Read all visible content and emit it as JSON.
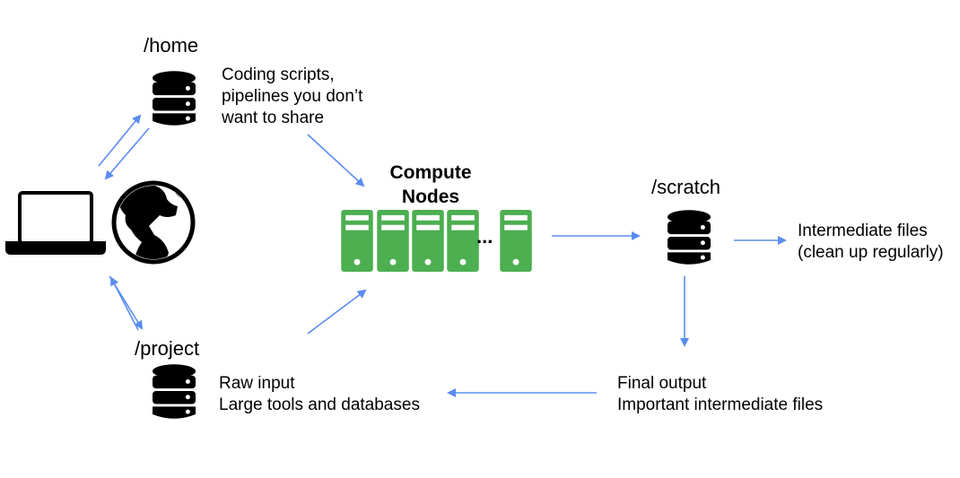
{
  "locations": {
    "home": {
      "label": "/home",
      "desc": [
        "Coding scripts,",
        "pipelines you don’t",
        "want to share"
      ]
    },
    "project": {
      "label": "/project",
      "desc": [
        "Raw input",
        "Large tools and databases"
      ]
    },
    "scratch": {
      "label": "/scratch",
      "intermediate": [
        "Intermediate files",
        "(clean up regularly)"
      ]
    }
  },
  "compute": {
    "title": [
      "Compute",
      "Nodes"
    ],
    "ellipsis": "..."
  },
  "final_output": [
    "Final output",
    "Important intermediate files"
  ],
  "colors": {
    "arrow": "#5b8def",
    "server": "#4caf50",
    "icon": "#000000"
  }
}
